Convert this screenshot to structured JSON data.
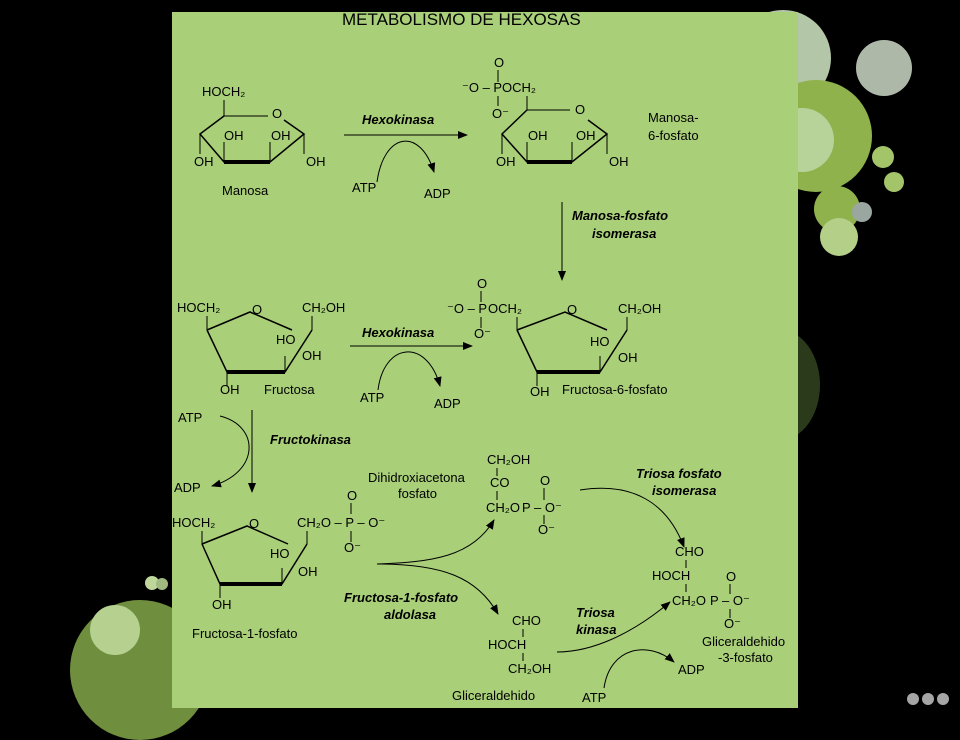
{
  "title": "METABOLISMO DE HEXOSAS",
  "colors": {
    "background": "#000000",
    "panel": "#a9cf79",
    "accent": "#8fbf58"
  },
  "enzymes": {
    "hexokinase_1": "Hexokinasa",
    "mannose_isomerase_line1": "Manosa-fosfato",
    "mannose_isomerase_line2": "isomerasa",
    "hexokinase_2": "Hexokinasa",
    "fructokinase": "Fructokinasa",
    "triose_isomerase_line1": "Triosa fosfato",
    "triose_isomerase_line2": "isomerasa",
    "aldolase_line1": "Fructosa-1-fosfato",
    "aldolase_line2": "aldolasa",
    "triose_kinase_line1": "Triosa",
    "triose_kinase_line2": "kinasa"
  },
  "compounds": {
    "manosa": "Manosa",
    "manosa6p_line1": "Manosa-",
    "manosa6p_line2": "6-fosfato",
    "fructosa": "Fructosa",
    "fructosa6p": "Fructosa-6-fosfato",
    "fructosa1p": "Fructosa-1-fosfato",
    "dhap_line1": "Dihidroxiacetona",
    "dhap_line2": "fosfato",
    "gliceraldehido": "Gliceraldehido",
    "g3p_line1": "Gliceraldehido",
    "g3p_line2": "-3-fosfato"
  },
  "cofactors": {
    "atp_1": "ATP",
    "adp_1": "ADP",
    "atp_2": "ATP",
    "adp_2": "ADP",
    "atp_3": "ATP",
    "adp_3": "ADP",
    "atp_4": "ATP",
    "adp_4": "ADP"
  },
  "groups": {
    "OH": "OH",
    "HO": "HO",
    "O": "O",
    "P": "P",
    "O_minus": "O⁻",
    "minus_O": "⁻O",
    "HOCH2": "HOCH₂",
    "CH2OH": "CH₂OH",
    "OCH2": "OCH₂",
    "CH2O": "CH₂O",
    "CO": "CO",
    "CHO": "CHO",
    "HOCH": "HOCH",
    "P_O_minus": "P – O⁻",
    "minus_O_P": "⁻O – P",
    "minus_O_P_O": "⁻O – P – O",
    "CH2O_P_O_minus": "CH₂O – P – O⁻"
  }
}
